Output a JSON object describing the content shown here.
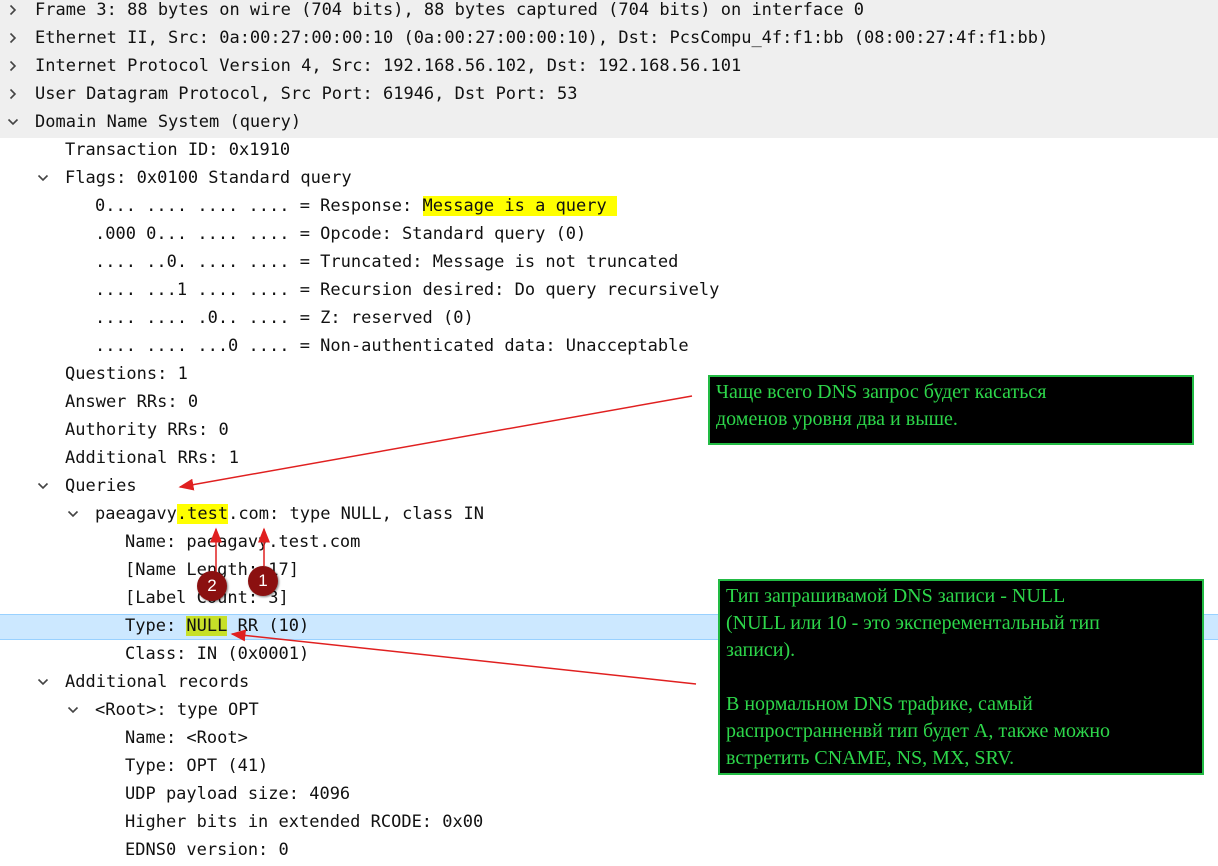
{
  "rows": [
    {
      "id": "frame",
      "indent": 0,
      "expander": "right",
      "text": "Frame 3: 88 bytes on wire (704 bits), 88 bytes captured (704 bits) on interface 0",
      "gray": true
    },
    {
      "id": "ethernet",
      "indent": 0,
      "expander": "right",
      "text": "Ethernet II, Src: 0a:00:27:00:00:10 (0a:00:27:00:00:10), Dst: PcsCompu_4f:f1:bb (08:00:27:4f:f1:bb)",
      "gray": true
    },
    {
      "id": "ipv4",
      "indent": 0,
      "expander": "right",
      "text": "Internet Protocol Version 4, Src: 192.168.56.102, Dst: 192.168.56.101",
      "gray": true
    },
    {
      "id": "udp",
      "indent": 0,
      "expander": "right",
      "text": "User Datagram Protocol, Src Port: 61946, Dst Port: 53",
      "gray": true
    },
    {
      "id": "dns",
      "indent": 0,
      "expander": "down",
      "text": "Domain Name System (query)",
      "gray": true
    },
    {
      "id": "txid",
      "indent": 1,
      "expander": "",
      "text": "Transaction ID: 0x1910"
    },
    {
      "id": "flags",
      "indent": 1,
      "expander": "down",
      "text": "Flags: 0x0100 Standard query"
    },
    {
      "id": "flag-response",
      "indent": 2,
      "expander": "",
      "pre": "0... .... .... .... = Response: ",
      "hl": "Message is a query "
    },
    {
      "id": "flag-opcode",
      "indent": 2,
      "expander": "",
      "text": ".000 0... .... .... = Opcode: Standard query (0)"
    },
    {
      "id": "flag-truncated",
      "indent": 2,
      "expander": "",
      "text": ".... ..0. .... .... = Truncated: Message is not truncated"
    },
    {
      "id": "flag-recursion",
      "indent": 2,
      "expander": "",
      "text": ".... ...1 .... .... = Recursion desired: Do query recursively"
    },
    {
      "id": "flag-z",
      "indent": 2,
      "expander": "",
      "text": ".... .... .0.. .... = Z: reserved (0)"
    },
    {
      "id": "flag-nonauth",
      "indent": 2,
      "expander": "",
      "text": ".... .... ...0 .... = Non-authenticated data: Unacceptable"
    },
    {
      "id": "questions",
      "indent": 1,
      "expander": "",
      "text": "Questions: 1"
    },
    {
      "id": "answer-rrs",
      "indent": 1,
      "expander": "",
      "text": "Answer RRs: 0"
    },
    {
      "id": "authority-rrs",
      "indent": 1,
      "expander": "",
      "text": "Authority RRs: 0"
    },
    {
      "id": "additional-rrs",
      "indent": 1,
      "expander": "",
      "text": "Additional RRs: 1"
    },
    {
      "id": "queries",
      "indent": 1,
      "expander": "down",
      "text": "Queries"
    },
    {
      "id": "query-entry",
      "indent": 2,
      "expander": "down",
      "pre": "paeagavy",
      "hl": ".test",
      "post": ".com: type NULL, class IN"
    },
    {
      "id": "q-name",
      "indent": 3,
      "expander": "",
      "text": "Name: paeagavy.test.com"
    },
    {
      "id": "q-name-length",
      "indent": 3,
      "expander": "",
      "text": "[Name Length: 17]"
    },
    {
      "id": "q-label-count",
      "indent": 3,
      "expander": "",
      "text": "[Label Count: 3]"
    },
    {
      "id": "q-type",
      "indent": 3,
      "expander": "",
      "pre": "Type: ",
      "hl2": "NULL",
      "post": " RR (10)",
      "selected": true
    },
    {
      "id": "q-class",
      "indent": 3,
      "expander": "",
      "text": "Class: IN (0x0001)"
    },
    {
      "id": "additional-records",
      "indent": 1,
      "expander": "down",
      "text": "Additional records"
    },
    {
      "id": "root-opt",
      "indent": 2,
      "expander": "down",
      "text": "<Root>: type OPT"
    },
    {
      "id": "opt-name",
      "indent": 3,
      "expander": "",
      "text": "Name: <Root>"
    },
    {
      "id": "opt-type",
      "indent": 3,
      "expander": "",
      "text": "Type: OPT (41)"
    },
    {
      "id": "opt-udp-size",
      "indent": 3,
      "expander": "",
      "text": "UDP payload size: 4096"
    },
    {
      "id": "opt-higher-bits",
      "indent": 3,
      "expander": "",
      "text": "Higher bits in extended RCODE: 0x00"
    },
    {
      "id": "opt-edns-version",
      "indent": 3,
      "expander": "",
      "text": "EDNS0 version: 0"
    }
  ],
  "notes": {
    "top": {
      "line1": "Чаще всего DNS запрос будет касаться",
      "line2": "доменов уровня два и выше."
    },
    "bottom": {
      "line1": "Тип запрашивамой DNS записи - NULL",
      "line2": "(NULL или 10 - это эксперементальный тип",
      "line3": "записи).",
      "line4": "В нормальном DNS трафике, самый",
      "line5": "распространненвй тип будет A, также можно",
      "line6": "встретить CNAME, NS, MX, SRV."
    }
  },
  "badges": {
    "one": "1",
    "two": "2"
  },
  "colors": {
    "highlight": "#ffff00",
    "highlight_type": "#c7e028",
    "selection": "#cce8ff",
    "note_text": "#2dd64a",
    "note_border": "#22bb44",
    "arrow": "#e02020",
    "badge": "#8b1010"
  }
}
